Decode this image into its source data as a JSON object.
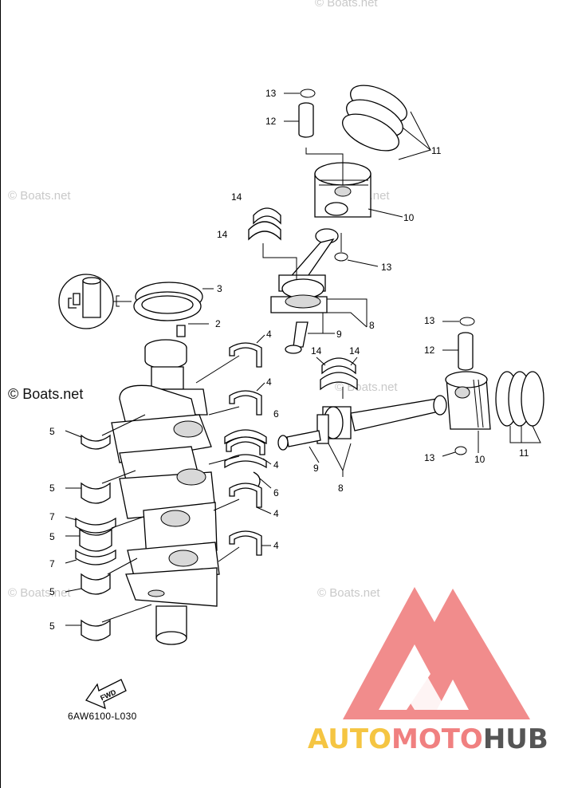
{
  "diagram": {
    "part_code": "6AW6100-L030",
    "fwd_label": "FWD",
    "callouts": {
      "c2": "2",
      "c3": "3",
      "c4a": "4",
      "c4b": "4",
      "c4c": "4",
      "c4d": "4",
      "c4e": "4",
      "c5a": "5",
      "c5b": "5",
      "c5c": "5",
      "c5d": "5",
      "c5e": "5",
      "c6a": "6",
      "c6b": "6",
      "c7a": "7",
      "c7b": "7",
      "c8a": "8",
      "c8b": "8",
      "c9a": "9",
      "c9b": "9",
      "c10a": "10",
      "c10b": "10",
      "c11a": "11",
      "c11b": "11",
      "c12a": "12",
      "c12b": "12",
      "c13a": "13",
      "c13b": "13",
      "c13c": "13",
      "c13d": "13",
      "c14a": "14",
      "c14b": "14",
      "c14c": "14",
      "c14d": "14"
    }
  },
  "watermarks": {
    "boats_small": "© Boats.net",
    "boats_big": "© Boats.net"
  },
  "logo": {
    "auto": "AUTO",
    "moto": "MOTO",
    "hub": "HUB",
    "colors": {
      "auto": "#f5c542",
      "moto": "#f08080",
      "hub": "#555555",
      "mark": "#f08080"
    }
  }
}
